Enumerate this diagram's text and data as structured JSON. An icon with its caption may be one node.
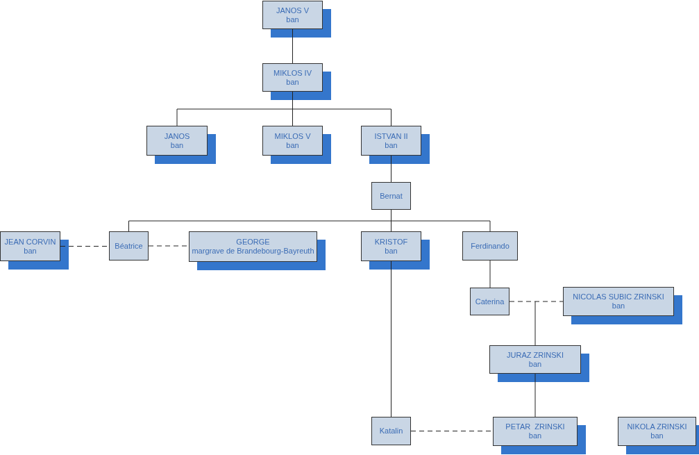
{
  "diagram": {
    "nodes": [
      {
        "text": [
          "JANOS V",
          "ban"
        ]
      },
      {
        "text": [
          "MIKLOS IV",
          "ban"
        ]
      },
      {
        "text": [
          "JANOS",
          "ban"
        ]
      },
      {
        "text": [
          "MIKLOS V",
          "ban"
        ]
      },
      {
        "text": [
          "ISTVAN II",
          "ban"
        ]
      },
      {
        "text": [
          "Bernat"
        ]
      },
      {
        "text": [
          "JEAN CORVIN",
          "ban"
        ]
      },
      {
        "text": [
          "Béatrice"
        ]
      },
      {
        "text": [
          "GEORGE",
          "margrave de Brandebourg-Bayreuth"
        ]
      },
      {
        "text": [
          "KRISTOF",
          "ban"
        ]
      },
      {
        "text": [
          "Ferdinando"
        ]
      },
      {
        "text": [
          "Caterina"
        ]
      },
      {
        "text": [
          "NICOLAS SUBIC ZRINSKI",
          "ban"
        ]
      },
      {
        "text": [
          "JURAZ ZRINSKI",
          "ban"
        ]
      },
      {
        "text": [
          "Katalin"
        ]
      },
      {
        "text": [
          "PETAR  ZRINSKI",
          "ban"
        ]
      },
      {
        "text": [
          "NIKOLA ZRINSKI",
          "ban"
        ]
      }
    ],
    "edges": [
      {
        "from": 0,
        "to": 1,
        "arrow": "none"
      },
      {
        "from": 1,
        "to": 2,
        "arrow": "none"
      },
      {
        "from": 1,
        "to": 3,
        "arrow": "none"
      },
      {
        "from": 1,
        "to": 4,
        "arrow": "none"
      },
      {
        "from": 4,
        "to": 5,
        "arrow": "none"
      },
      {
        "from": 5,
        "to": 7,
        "arrow": "none"
      },
      {
        "from": 5,
        "to": 9,
        "arrow": "none"
      },
      {
        "from": 5,
        "to": 10,
        "arrow": "none"
      },
      {
        "from": 6,
        "to": 7,
        "arrow": "none",
        "style": "dashed"
      },
      {
        "from": 7,
        "to": 8,
        "arrow": "none",
        "style": "dashed"
      },
      {
        "from": 10,
        "to": 11,
        "arrow": "none"
      },
      {
        "from": 11,
        "to": 12,
        "arrow": "none",
        "style": "dashed"
      },
      {
        "from": null,
        "to": 13,
        "arrow": "none"
      },
      {
        "from": 13,
        "to": 15,
        "arrow": "none"
      },
      {
        "from": 9,
        "to": 14,
        "arrow": "none"
      },
      {
        "from": 14,
        "to": 15,
        "arrow": "none",
        "style": "dashed"
      }
    ]
  }
}
